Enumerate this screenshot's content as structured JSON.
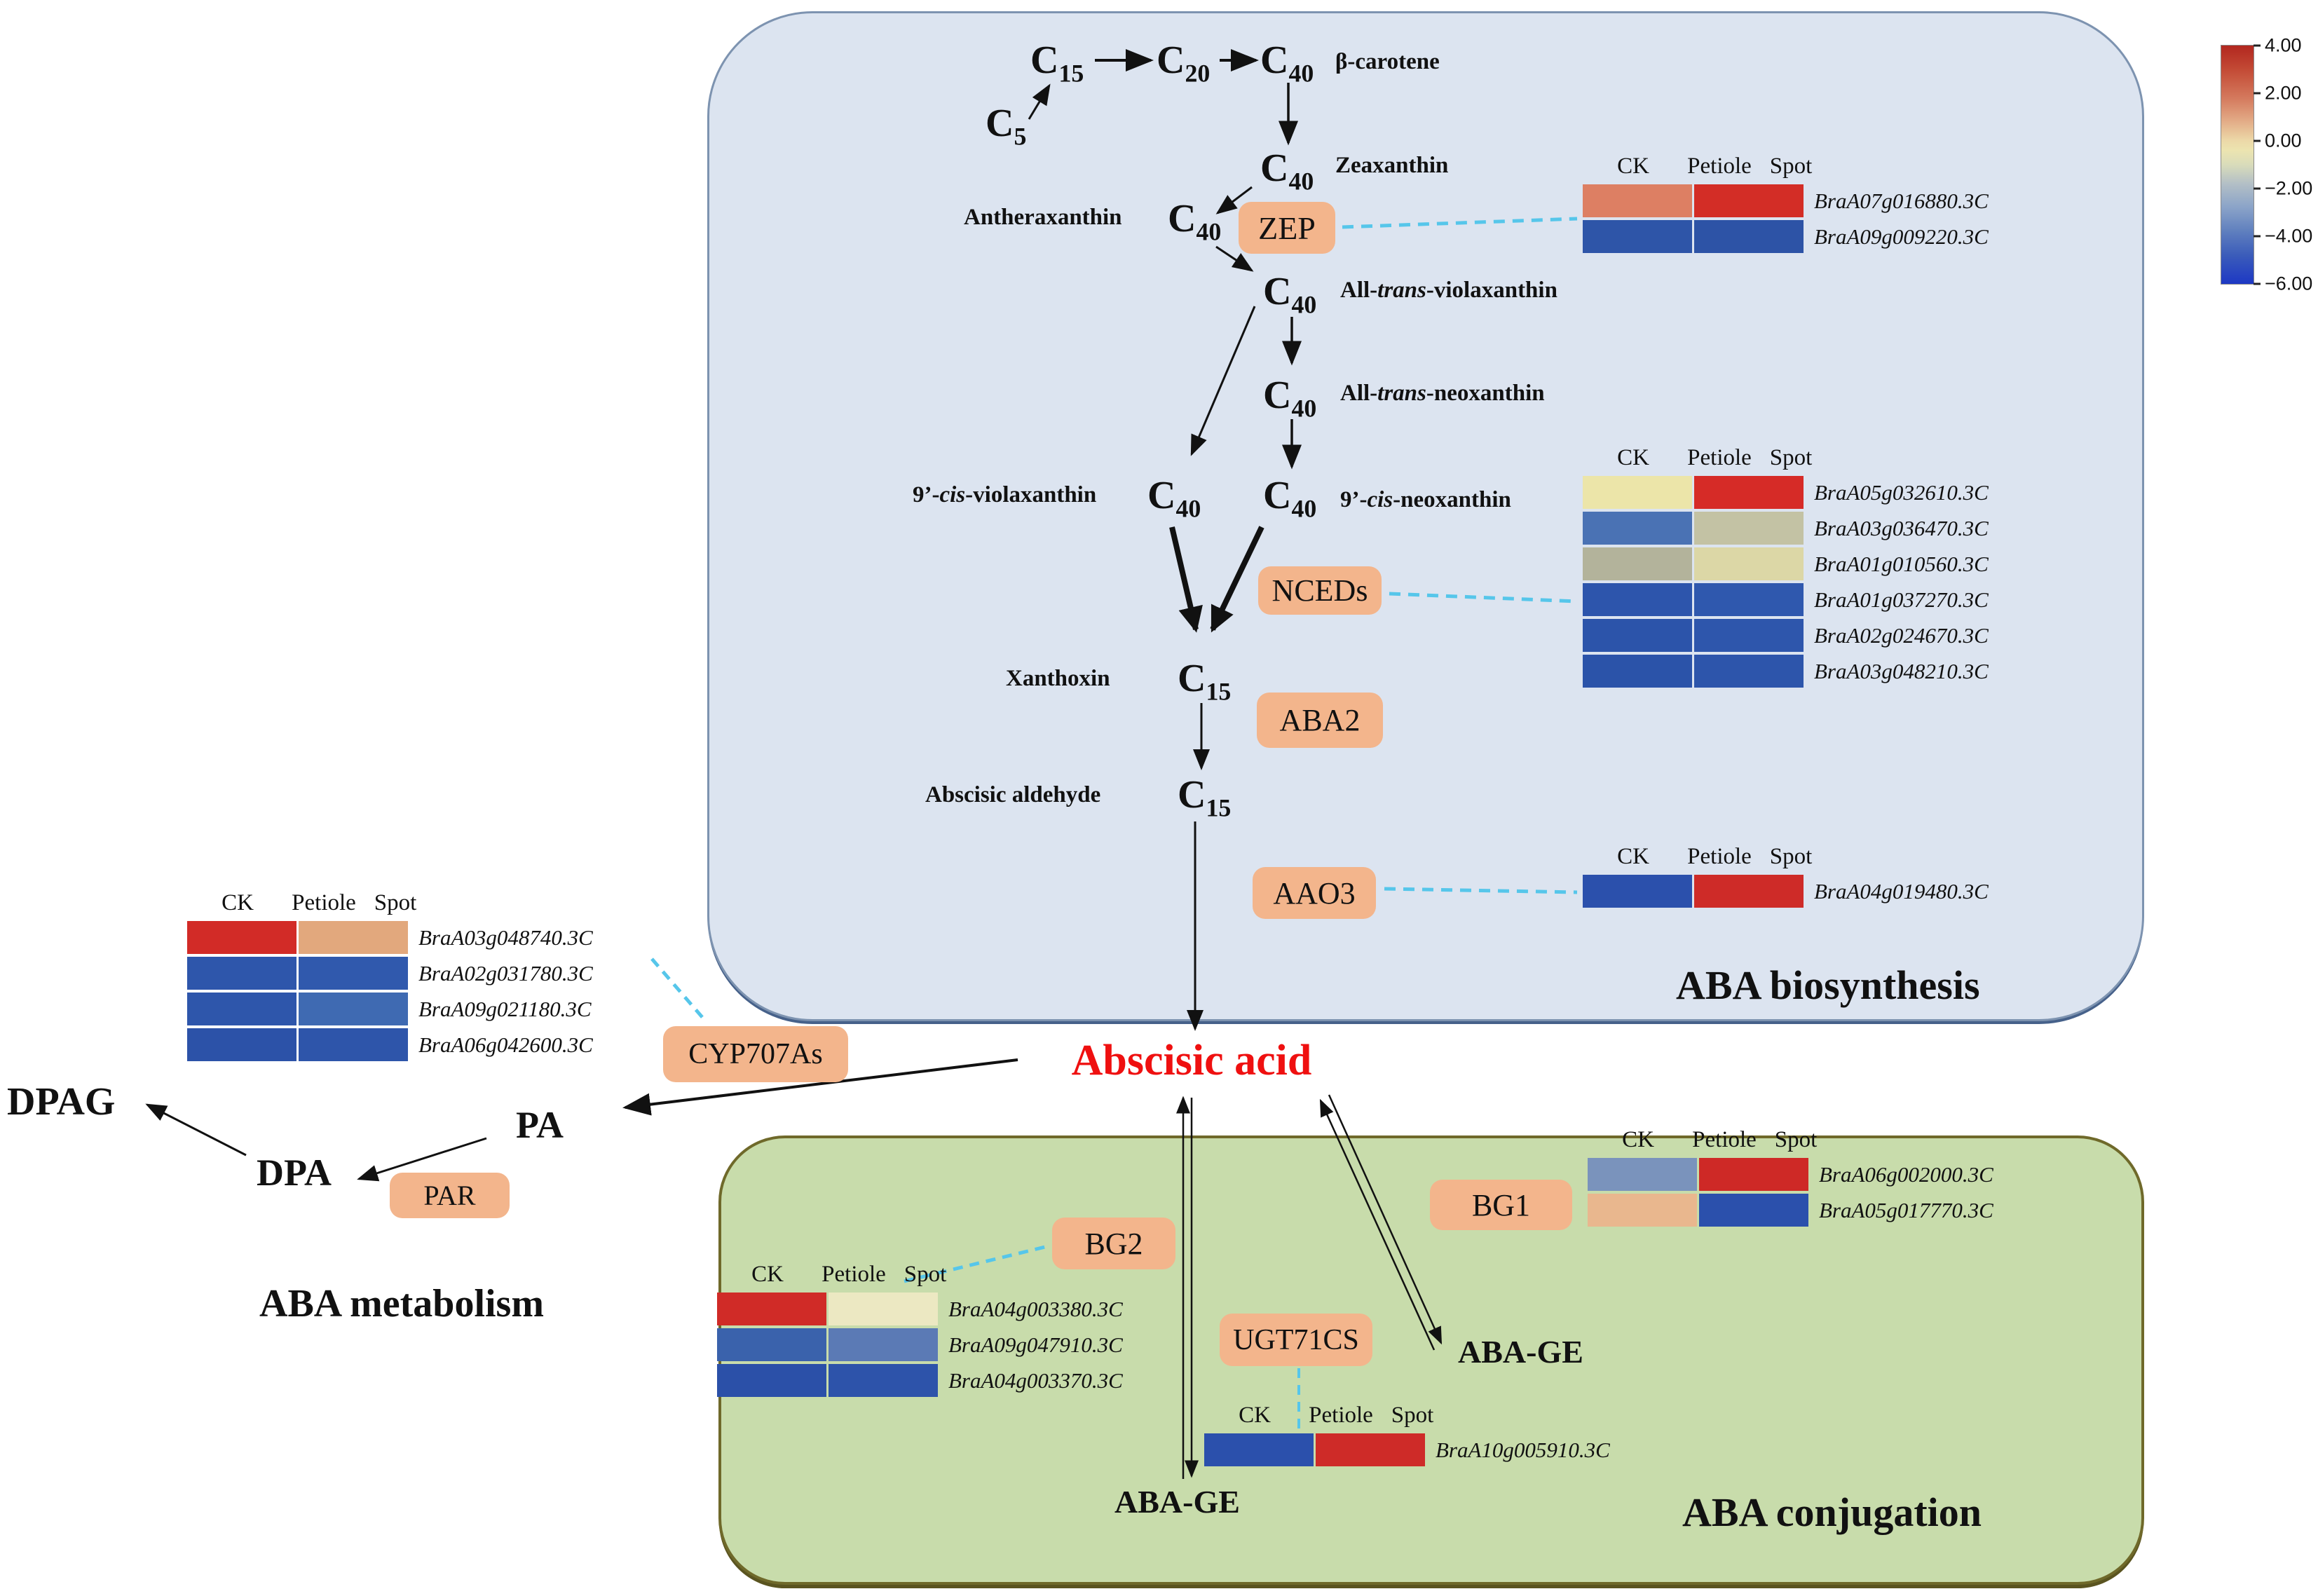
{
  "colorbar": {
    "ticks": [
      "4.00",
      "2.00",
      "0.00",
      "−2.00",
      "−4.00",
      "−6.00"
    ]
  },
  "sections": {
    "biosynthesis": "ABA biosynthesis",
    "metabolism": "ABA metabolism",
    "conjugation": "ABA conjugation"
  },
  "compounds": {
    "c5": {
      "b": "C",
      "s": "5"
    },
    "c15a": {
      "b": "C",
      "s": "15"
    },
    "c20": {
      "b": "C",
      "s": "20"
    },
    "c40a": {
      "b": "C",
      "s": "40"
    },
    "c40b": {
      "b": "C",
      "s": "40"
    },
    "c40c": {
      "b": "C",
      "s": "40"
    },
    "c40d": {
      "b": "C",
      "s": "40"
    },
    "c40e": {
      "b": "C",
      "s": "40"
    },
    "c40f": {
      "b": "C",
      "s": "40"
    },
    "c40g": {
      "b": "C",
      "s": "40"
    },
    "c15b": {
      "b": "C",
      "s": "15"
    },
    "c15c": {
      "b": "C",
      "s": "15"
    }
  },
  "labels": {
    "beta_carotene": "β-carotene",
    "zeaxanthin": "Zeaxanthin",
    "antheraxanthin": "Antheraxanthin",
    "atv": {
      "pre": "All-",
      "it": "trans",
      "post": "-violaxanthin"
    },
    "atn": {
      "pre": "All-",
      "it": "trans",
      "post": "-neoxanthin"
    },
    "cv": {
      "pre": "9’-",
      "it": "cis",
      "post": "-violaxanthin"
    },
    "cn": {
      "pre": "9’-",
      "it": "cis",
      "post": "-neoxanthin"
    },
    "xanthoxin": "Xanthoxin",
    "abscisic_aldehyde": "Abscisic aldehyde",
    "abscisic_acid": "Abscisic acid",
    "dpag": "DPAG",
    "dpa": "DPA",
    "pa": "PA",
    "aba_ge_right": "ABA-GE",
    "aba_ge_bottom": "ABA-GE"
  },
  "enzymes": {
    "zep": "ZEP",
    "nceds": "NCEDs",
    "aba2": "ABA2",
    "aao3": "AAO3",
    "cyp707as": "CYP707As",
    "par": "PAR",
    "bg2": "BG2",
    "bg1": "BG1",
    "ugt71cs": "UGT71CS"
  },
  "heatmap_header": [
    "CK",
    "Petiole",
    "Spot"
  ],
  "heatmaps": {
    "zep": {
      "rows": [
        {
          "gene": "BraA07g016880.3C",
          "colors": [
            "#dd7f63",
            "#d32d26"
          ]
        },
        {
          "gene": "BraA09g009220.3C",
          "colors": [
            "#2e55a8",
            "#2d53a6"
          ]
        }
      ]
    },
    "nceds": {
      "rows": [
        {
          "gene": "BraA05g032610.3C",
          "colors": [
            "#ece5a9",
            "#d62b27"
          ]
        },
        {
          "gene": "BraA03g036470.3C",
          "colors": [
            "#4a72b4",
            "#c3c2a4"
          ]
        },
        {
          "gene": "BraA01g010560.3C",
          "colors": [
            "#b3b39b",
            "#dcd7a6"
          ]
        },
        {
          "gene": "BraA01g037270.3C",
          "colors": [
            "#2d55ac",
            "#2f58ae"
          ]
        },
        {
          "gene": "BraA02g024670.3C",
          "colors": [
            "#2c54aa",
            "#2e56ac"
          ]
        },
        {
          "gene": "BraA03g048210.3C",
          "colors": [
            "#2b53a9",
            "#2d55ab"
          ]
        }
      ]
    },
    "aao3": {
      "rows": [
        {
          "gene": "BraA04g019480.3C",
          "colors": [
            "#2b50ac",
            "#ce2b28"
          ]
        }
      ]
    },
    "cyp707as": {
      "rows": [
        {
          "gene": "BraA03g048740.3C",
          "colors": [
            "#d22b27",
            "#e2a87d"
          ]
        },
        {
          "gene": "BraA02g031780.3C",
          "colors": [
            "#2e56ab",
            "#3059ad"
          ]
        },
        {
          "gene": "BraA09g021180.3C",
          "colors": [
            "#2e56ab",
            "#3f6ab2"
          ]
        },
        {
          "gene": "BraA06g042600.3C",
          "colors": [
            "#2c52a8",
            "#2e55aa"
          ]
        }
      ]
    },
    "bg2": {
      "rows": [
        {
          "gene": "BraA04g003380.3C",
          "colors": [
            "#d02b27",
            "#ece8c2"
          ]
        },
        {
          "gene": "BraA09g047910.3C",
          "colors": [
            "#3a62ac",
            "#5b7ab5"
          ]
        },
        {
          "gene": "BraA04g003370.3C",
          "colors": [
            "#2b50a8",
            "#2d53aa"
          ]
        }
      ]
    },
    "bg1": {
      "rows": [
        {
          "gene": "BraA06g002000.3C",
          "colors": [
            "#7a93bc",
            "#ce2926"
          ]
        },
        {
          "gene": "BraA05g017770.3C",
          "colors": [
            "#e9b78e",
            "#2b50ac"
          ]
        }
      ]
    },
    "ugt71cs": {
      "rows": [
        {
          "gene": "BraA10g005910.3C",
          "colors": [
            "#2b50ac",
            "#ce2b28"
          ]
        }
      ]
    }
  },
  "colors": {
    "abscisic_acid_text": "#ef1010",
    "enzyme_box": "#f3b58c",
    "biosynthesis_bg": "#dce4f0",
    "conjugation_bg": "#c8dcab",
    "dash_line": "#56c6ea",
    "heat_max": "#b2271f",
    "heat_mid": "#ece4b0",
    "heat_min": "#1d38c4"
  }
}
